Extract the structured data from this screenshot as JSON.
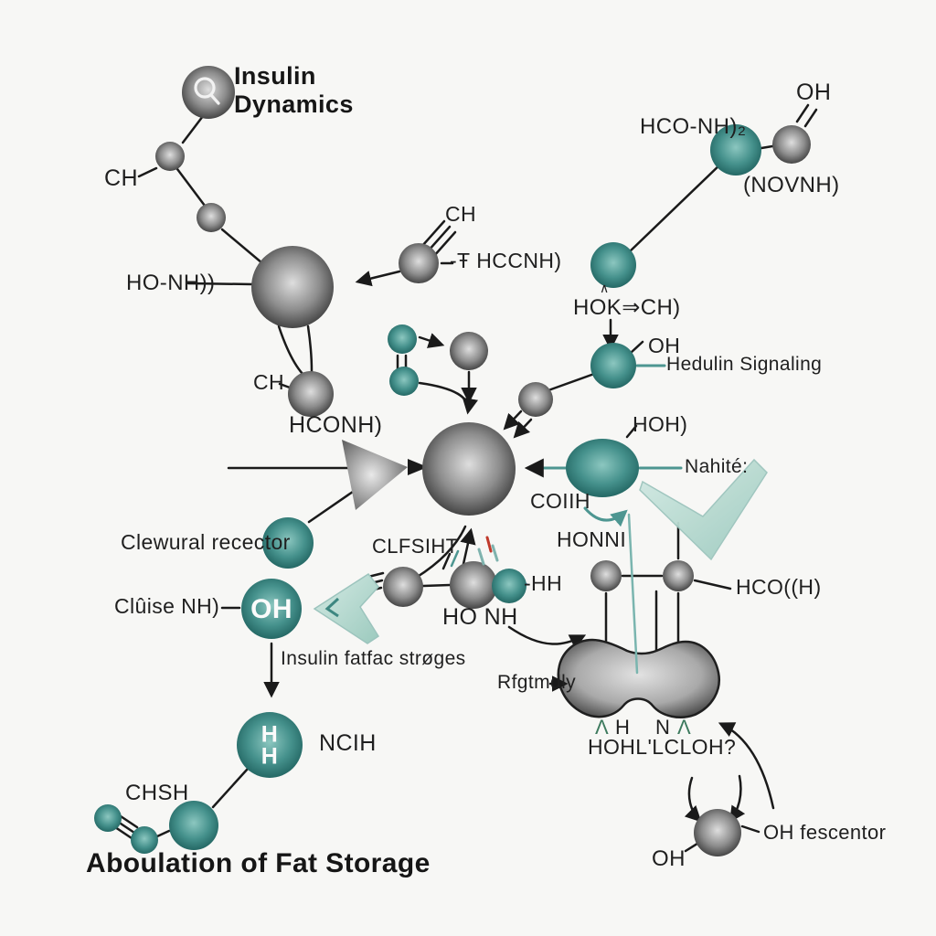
{
  "diagram": {
    "title": "Insulin\nDynamics",
    "footer_title": "Aboulation of Fat Storage",
    "icons": [
      "magnifier-icon"
    ],
    "colors": {
      "background": "#f7f7f5",
      "ink": "#1f1f1f",
      "teal": "#45918c",
      "teal_dark": "#1d5f5c",
      "teal_light": "#8cc7c0",
      "mint_arrow": "#bfdfd9",
      "gray_node": "#6e6e6e",
      "red_tick": "#c0392b",
      "blue_bond": "#8fa8cc"
    },
    "labels": {
      "ch1": "CH",
      "ho_nh": "HO-NH))",
      "ch2": "CH",
      "hconh": "HCONH)",
      "ch3": "CH",
      "thccnh": "-Ŧ HCCNH)",
      "hco_nh2": "HCO-NH)₂",
      "oh_top": "OH",
      "novnh": "(NOVNH)",
      "hok_ch": "HOK⇒CH)",
      "caret_small": "∧",
      "oh_mid": "OH",
      "hedulin": "Hedulin Signaling",
      "hoh": "HOH)",
      "nahite": "Nahité:",
      "coih": "COIIH",
      "honni": "HONNI",
      "hco_h": "HCO((H)",
      "clfsiht": "CLFSIHT",
      "ho_nh_center": "HO NH",
      "hh_bond": "-HH",
      "clewural": "Clewural recector",
      "cluise": "Clûise NH)",
      "oh_node": "OH",
      "fatfac": "Insulin fatfac strøges",
      "rfgtmdly": "Rfgtmdly",
      "caret_a": "Λ",
      "h_mark": "H",
      "n_mark": "N",
      "caret_b": "Λ",
      "hohlcloh": "HOHL'LCLOH?",
      "oh_fescentor": "OH fescentor",
      "oh_bottom": "OH",
      "hh_node": "H\nH",
      "ncih": "NCIH",
      "chsh": "CHSH"
    }
  }
}
